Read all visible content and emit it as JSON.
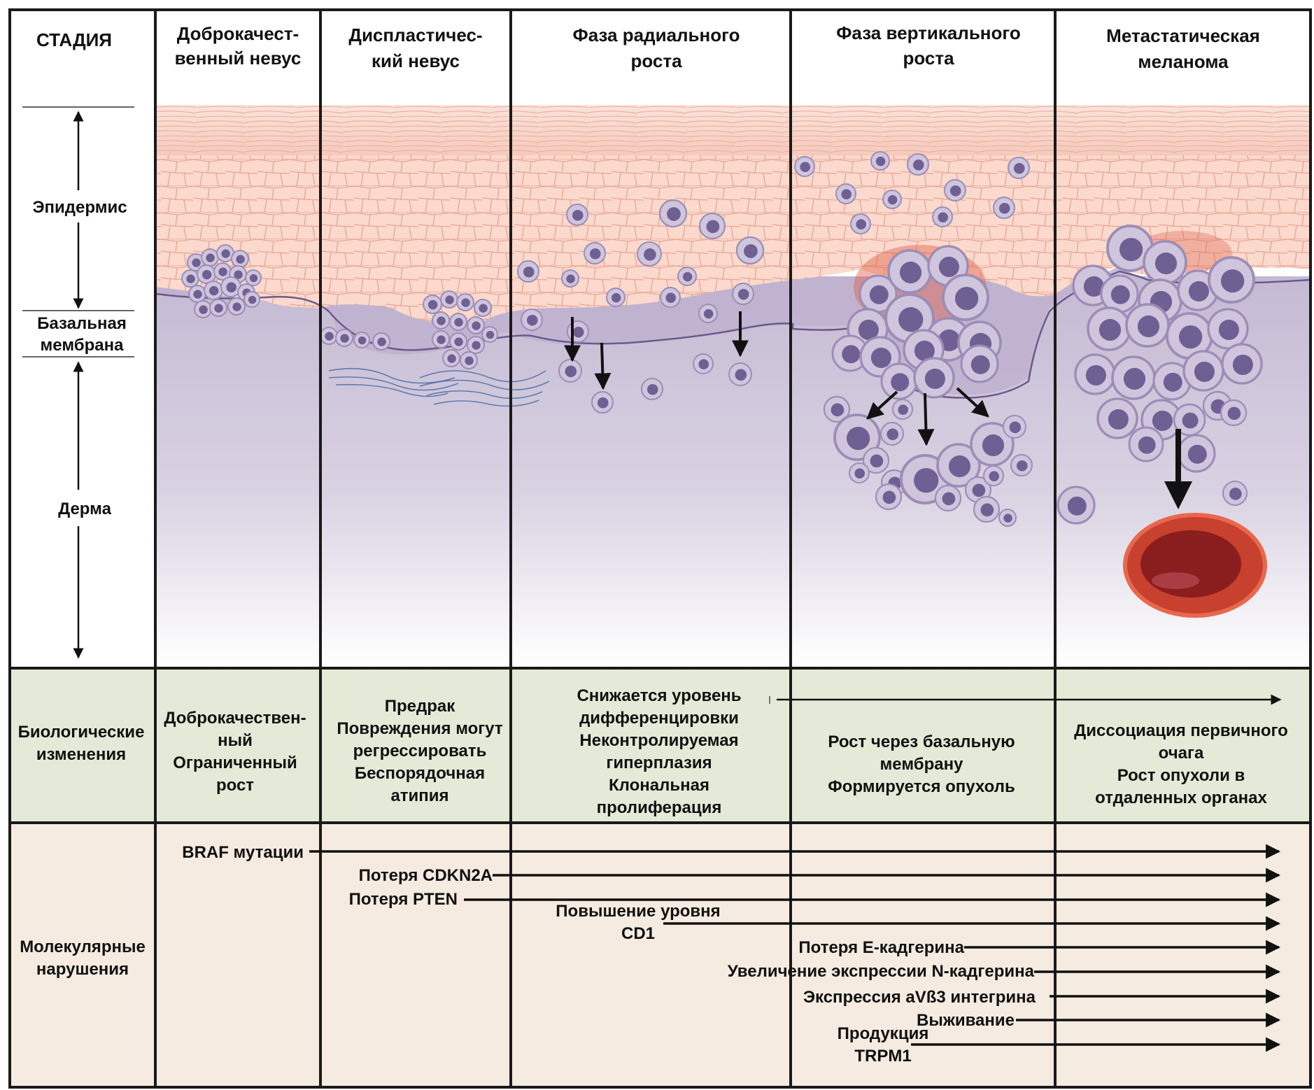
{
  "columns": {
    "stage": "СТАДИЯ",
    "benign_nevus": [
      "Доброкачест-",
      "венный невус"
    ],
    "dysplastic_nevus": [
      "Диспластичес-",
      "кий невус"
    ],
    "radial_growth": [
      "Фаза радиального",
      "роста"
    ],
    "vertical_growth": [
      "Фаза вертикального",
      "роста"
    ],
    "metastatic": [
      "Метастатическая",
      "меланома"
    ]
  },
  "layers": {
    "epidermis": "Эпидермис",
    "basement_membrane": [
      "Базальная",
      "мембрана"
    ],
    "dermis": "Дерма"
  },
  "biological": {
    "row_label": [
      "Биологические",
      "изменения"
    ],
    "benign": [
      "Доброкачествен-",
      "ный",
      "Ограниченный",
      "рост"
    ],
    "dysplastic": [
      "Предрак",
      "Повреждения могут",
      "регрессировать",
      "Беспорядочная",
      "атипия"
    ],
    "radial": [
      "Снижается уровень",
      "дифференцировки",
      "Неконтролируемая",
      "гиперплазия",
      "Клональная",
      "пролиферация"
    ],
    "vertical": [
      "Рост через базальную",
      "мембрану",
      "Формируется опухоль"
    ],
    "metastatic": [
      "Диссоциация первичного",
      "очага",
      "Рост опухоли в",
      "отдаленных органах"
    ]
  },
  "molecular": {
    "row_label": [
      "Молекулярные",
      "нарушения"
    ],
    "braf": "BRAF мутации",
    "cdkn2a": "Потеря CDKN2A",
    "pten": "Потеря PTEN",
    "cd1": [
      "Повышение уровня",
      "CD1"
    ],
    "e_cadherin": "Потеря Е-кадгерина",
    "n_cadherin": "Увеличение экспрессии N-кадгерина",
    "integrin": "Экспрессия aVß3 интегрина",
    "survival": "Выживание",
    "trpm1": [
      "Продукция",
      "TRPM1"
    ]
  },
  "colors": {
    "epidermis": "#f9d6ca",
    "dermis": "#c9bfd6",
    "cell": "#9c8db6",
    "nucleus": "#5e4e86",
    "bio_row": "#e3ebd8",
    "mol_row": "#f5ebe0",
    "vessel": "#c8402e"
  }
}
